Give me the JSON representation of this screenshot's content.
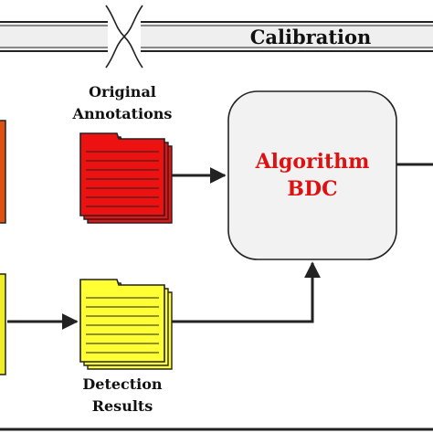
{
  "banner": {
    "label": "Calibration"
  },
  "nodes": {
    "annotations": {
      "line1": "Original",
      "line2": "Annotations",
      "fill": "#ee1111"
    },
    "detections": {
      "line1": "Detection",
      "line2": "Results",
      "fill": "#ffff33"
    },
    "algorithm": {
      "line1": "Algorithm",
      "line2": "BDC",
      "text_color": "#dd1111"
    }
  },
  "colors": {
    "stroke": "#222222",
    "box_fill": "#f2f2f2",
    "banner_fill": "#efefef",
    "edge_left_top": "#e05010",
    "edge_left_bottom": "#eeee22"
  }
}
